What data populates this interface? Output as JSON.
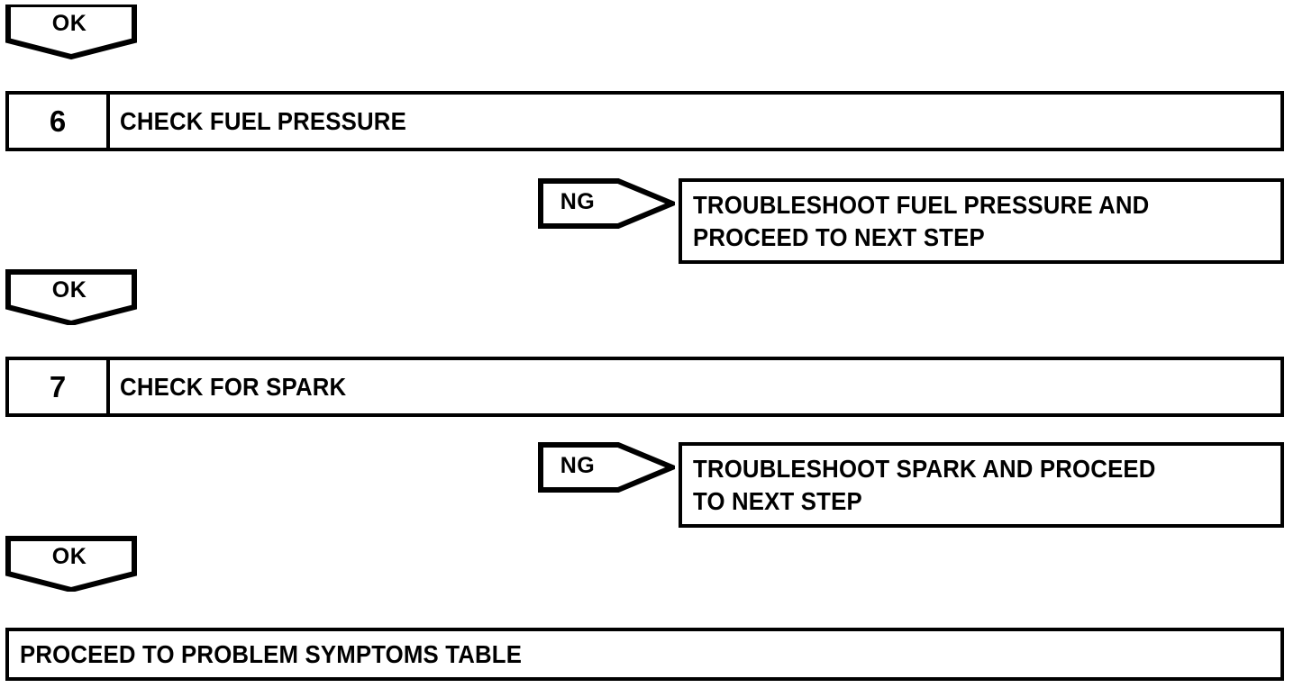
{
  "diagram": {
    "type": "troubleshooting-flowchart",
    "title": "",
    "line_color": "#000000",
    "background_color": "#FFFFFF",
    "text_color": "#000000",
    "nodes": [
      {
        "id": "ok-1",
        "kind": "ok-connector",
        "label": "OK"
      },
      {
        "id": "step-6",
        "kind": "step",
        "number": "6",
        "title": "CHECK FUEL PRESSURE"
      },
      {
        "id": "ng-1",
        "kind": "ng-connector",
        "label": "NG"
      },
      {
        "id": "action-1",
        "kind": "action",
        "line1": "TROUBLESHOOT FUEL PRESSURE AND",
        "line2": "PROCEED TO NEXT STEP"
      },
      {
        "id": "ok-2",
        "kind": "ok-connector",
        "label": "OK"
      },
      {
        "id": "step-7",
        "kind": "step",
        "number": "7",
        "title": "CHECK FOR SPARK"
      },
      {
        "id": "ng-2",
        "kind": "ng-connector",
        "label": "NG"
      },
      {
        "id": "action-2",
        "kind": "action",
        "line1": "TROUBLESHOOT SPARK AND PROCEED",
        "line2": "TO NEXT STEP"
      },
      {
        "id": "ok-3",
        "kind": "ok-connector",
        "label": "OK"
      },
      {
        "id": "final",
        "kind": "terminal",
        "text": "PROCEED TO PROBLEM SYMPTOMS TABLE"
      }
    ]
  }
}
